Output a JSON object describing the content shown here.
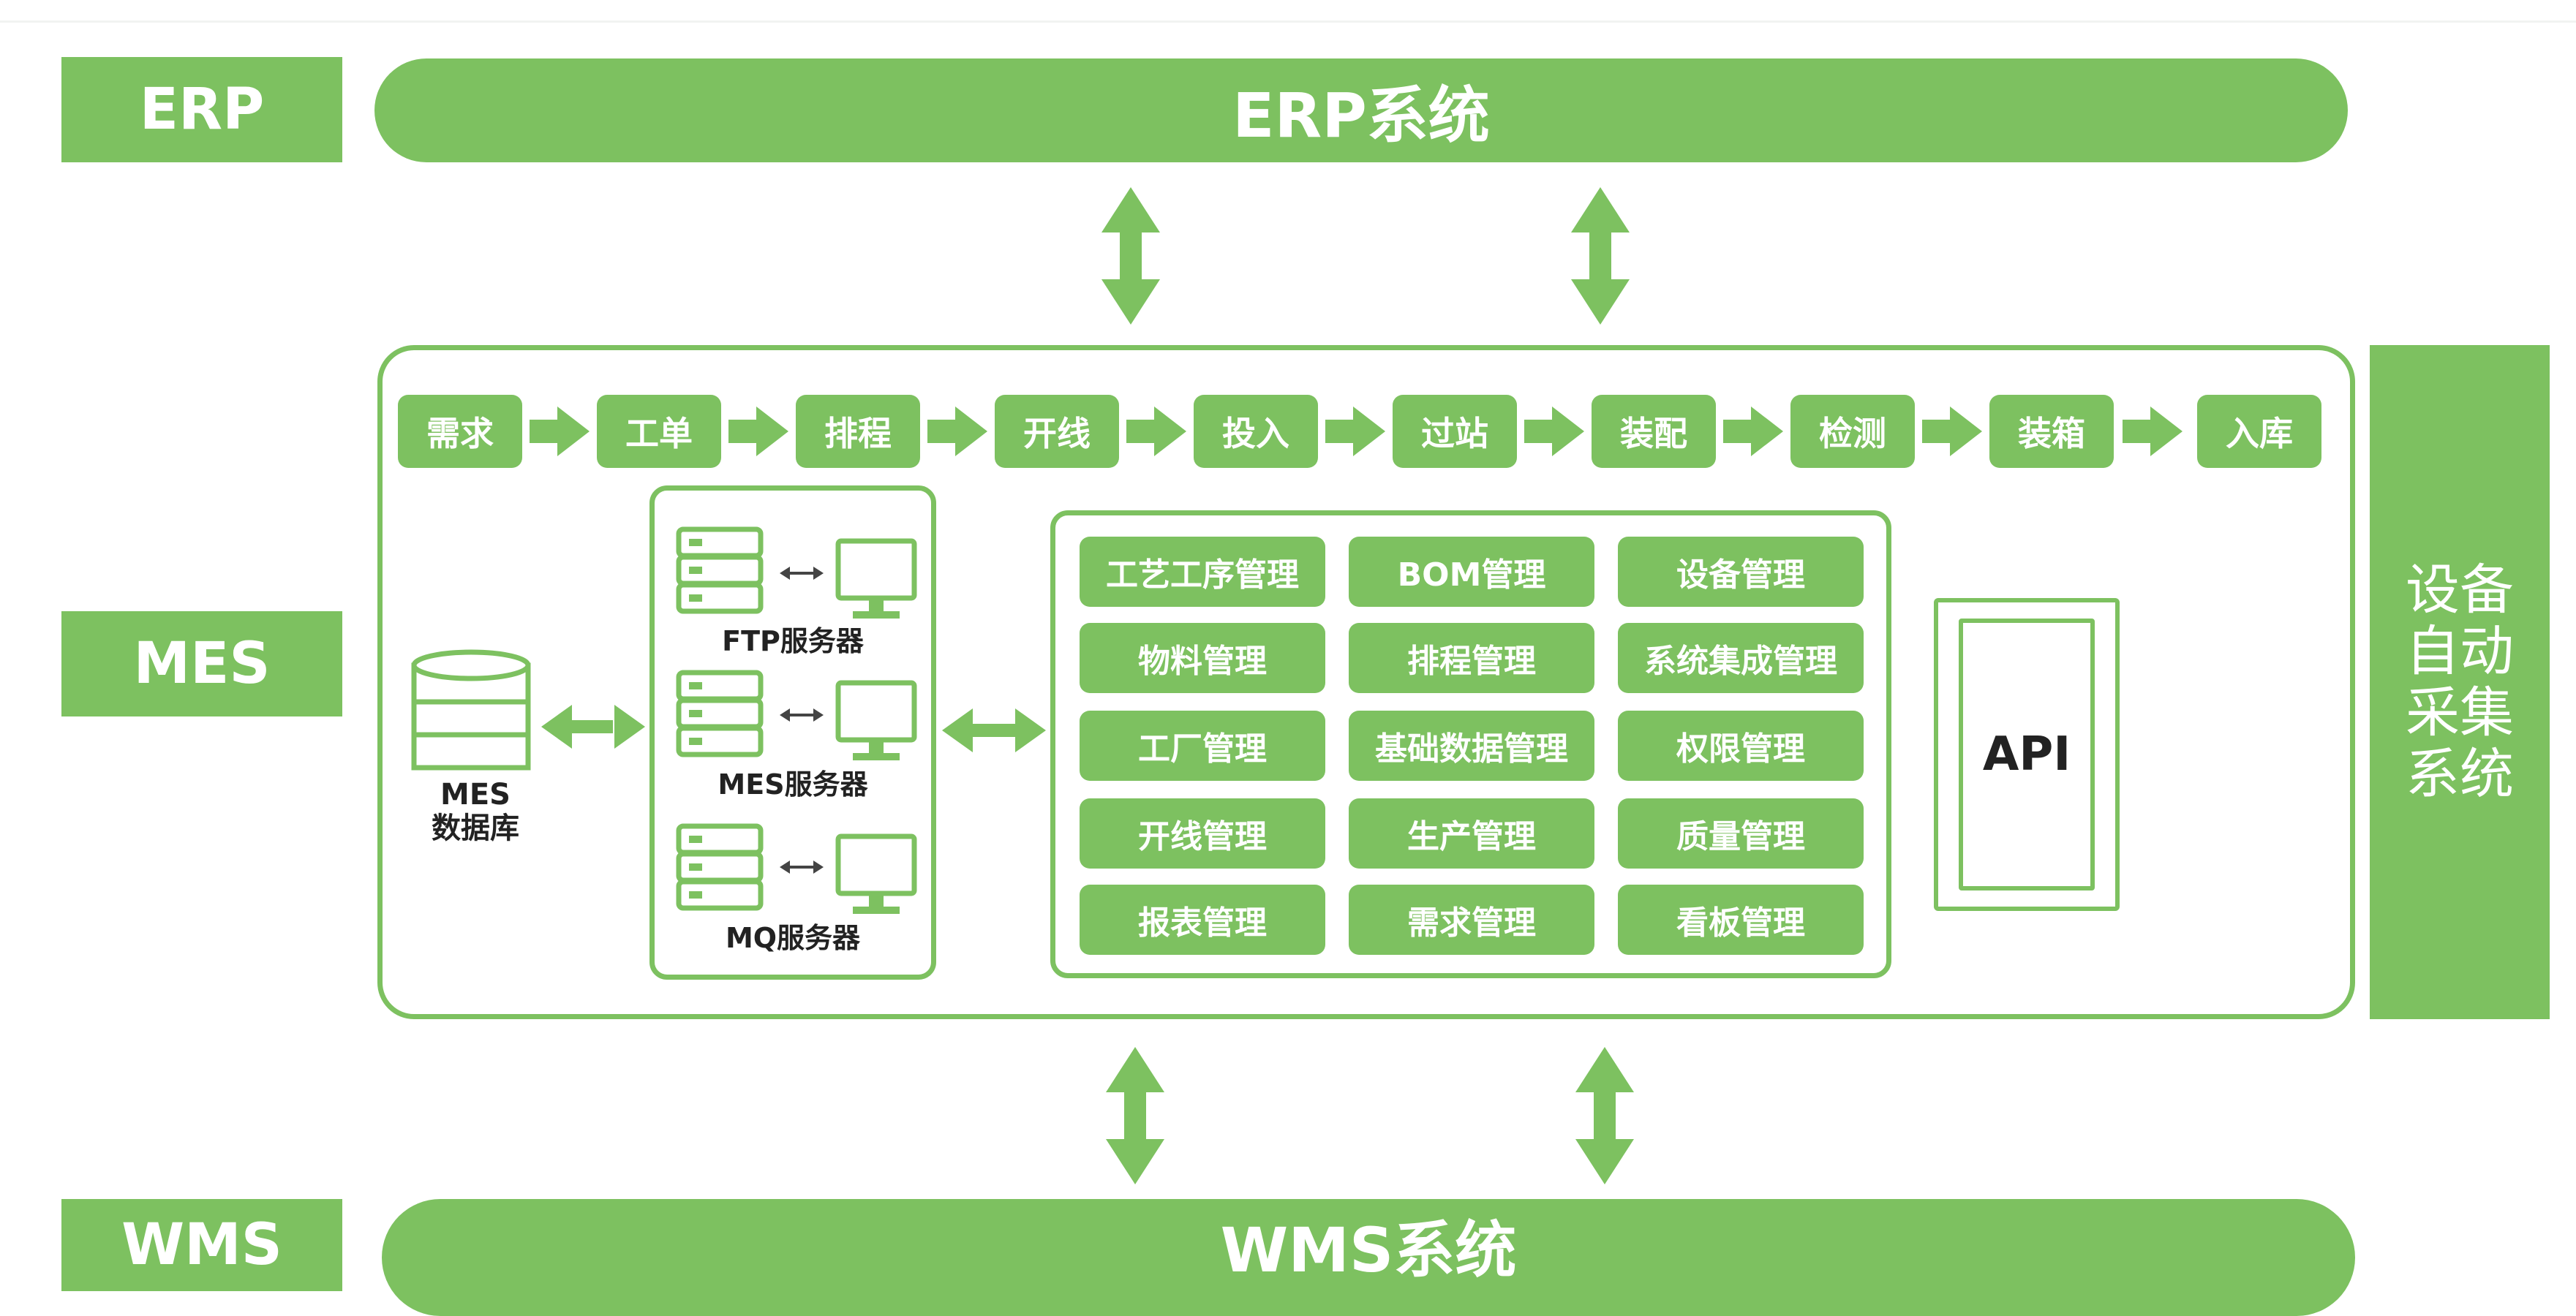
{
  "left_labels": {
    "erp": "ERP",
    "mes": "MES",
    "wms": "WMS"
  },
  "bars": {
    "erp": "ERP系统",
    "wms": "WMS系统"
  },
  "process_steps": [
    "需求",
    "工单",
    "排程",
    "开线",
    "投入",
    "过站",
    "装配",
    "检测",
    "装箱",
    "入库"
  ],
  "database": {
    "line1": "MES",
    "line2": "数据库"
  },
  "servers": [
    {
      "label": "FTP服务器"
    },
    {
      "label": "MES服务器"
    },
    {
      "label": "MQ服务器"
    }
  ],
  "modules": [
    [
      "工艺工序管理",
      "BOM管理",
      "设备管理"
    ],
    [
      "物料管理",
      "排程管理",
      "系统集成管理"
    ],
    [
      "工厂管理",
      "基础数据管理",
      "权限管理"
    ],
    [
      "开线管理",
      "生产管理",
      "质量管理"
    ],
    [
      "报表管理",
      "需求管理",
      "看板管理"
    ]
  ],
  "api": {
    "label": "API"
  },
  "side_system": {
    "line1": "设备",
    "line2": "自动",
    "line3": "采集",
    "line4": "系统"
  },
  "colors": {
    "green": "#7dc160",
    "dark_text": "#222222"
  },
  "icons": {
    "arrow": "double-headed-vertical-arrow",
    "flow": "right-arrow",
    "server": "server-rack-icon",
    "monitor": "monitor-icon",
    "database": "database-cylinder-icon"
  }
}
